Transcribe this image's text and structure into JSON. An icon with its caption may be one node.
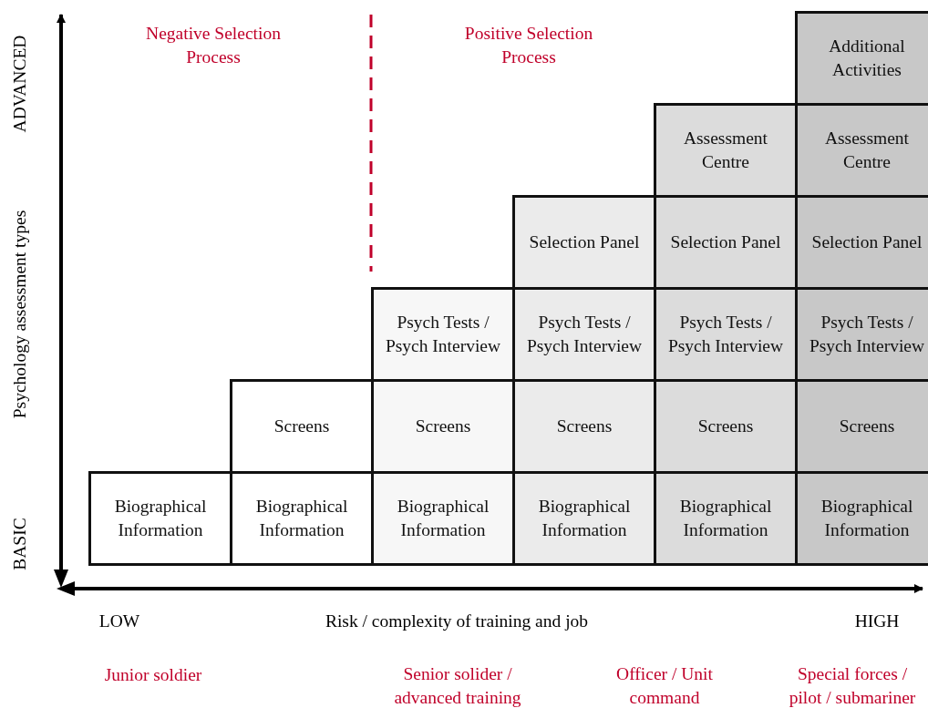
{
  "diagram": {
    "nodes": [
      {
        "text": [
          "Additional Activities"
        ]
      },
      {
        "text": [
          "Assessment Centre"
        ]
      },
      {
        "text": [
          "Assessment Centre"
        ]
      },
      {
        "text": [
          "Selection Panel"
        ]
      },
      {
        "text": [
          "Selection Panel"
        ]
      },
      {
        "text": [
          "Selection Panel"
        ]
      },
      {
        "text": [
          "Psych Tests / Psych Interview"
        ]
      },
      {
        "text": [
          "Psych Tests / Psych Interview"
        ]
      },
      {
        "text": [
          "Psych Tests / Psych Interview"
        ]
      },
      {
        "text": [
          "Psych Tests / Psych Interview"
        ]
      },
      {
        "text": [
          "Screens"
        ]
      },
      {
        "text": [
          "Screens"
        ]
      },
      {
        "text": [
          "Screens"
        ]
      },
      {
        "text": [
          "Screens"
        ]
      },
      {
        "text": [
          "Screens"
        ]
      },
      {
        "text": [
          "Biographical Information"
        ]
      },
      {
        "text": [
          "Biographical Information"
        ]
      },
      {
        "text": [
          "Biographical Information"
        ]
      },
      {
        "text": [
          "Biographical Information"
        ]
      },
      {
        "text": [
          "Biographical Information"
        ]
      },
      {
        "text": [
          "Biographical Information"
        ]
      }
    ],
    "edges": [],
    "labels": [
      "Negative Selection Process",
      "Positive Selection Process",
      "ADVANCED",
      "Psychology assessment types",
      "BASIC",
      "LOW",
      "Risk / complexity of training and job",
      "HIGH",
      "Junior soldier",
      "Senior solider / advanced training",
      "Officer / Unit command",
      "Special forces / pilot / submariner"
    ]
  }
}
